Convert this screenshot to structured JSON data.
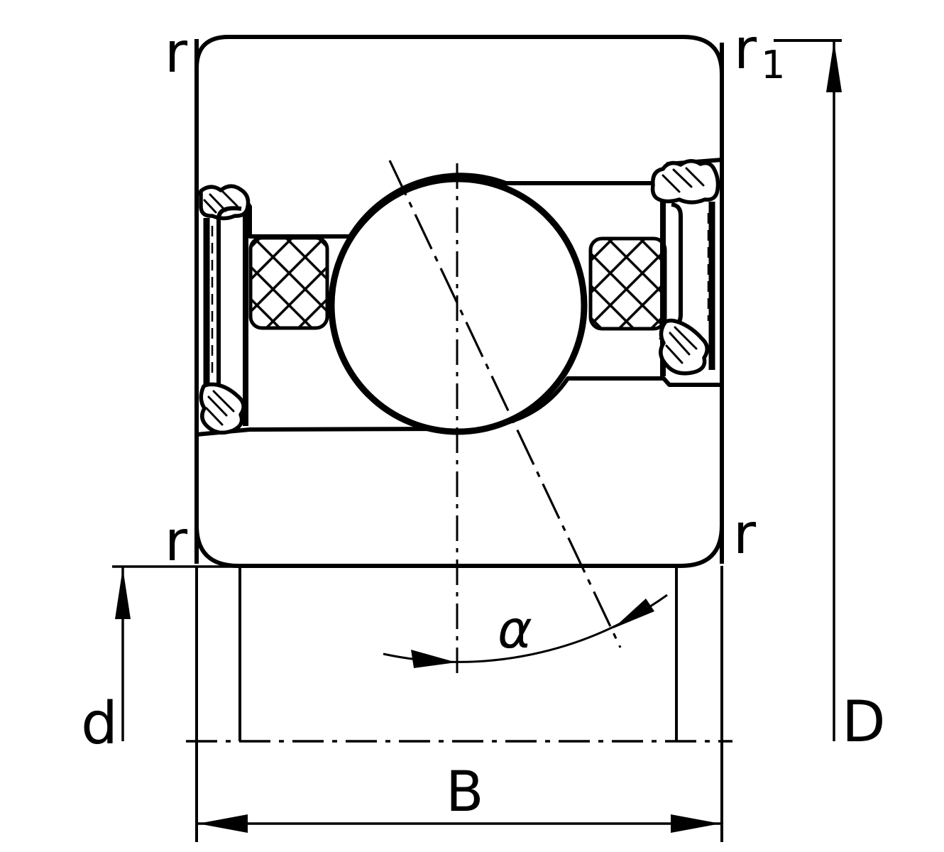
{
  "diagram": {
    "kind": "sealed-ball-bearing-cross-section",
    "description": "Technical catalog drawing of a sealed single-row ball bearing section with dimension symbols",
    "colors": {
      "ink": "#000000",
      "background": "#ffffff"
    },
    "labels": {
      "chamfer_top_left": "r",
      "chamfer_top_right_base": "r",
      "chamfer_top_right_sub": "1",
      "chamfer_bottom_left": "r",
      "chamfer_bottom_right": "r",
      "bore_diameter": "d",
      "outside_diameter": "D",
      "width": "B",
      "contact_angle": "α"
    }
  }
}
